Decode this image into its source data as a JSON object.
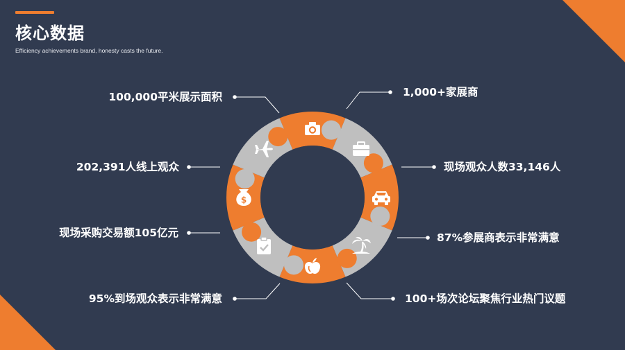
{
  "header": {
    "title": "核心数据",
    "subtitle": "Efficiency achievements brand, honesty casts the future."
  },
  "colors": {
    "background": "#313b50",
    "accent": "#ee7d2f",
    "gray": "#bfbfbf"
  },
  "segments": [
    {
      "icon": "camera-icon",
      "color": "#ee7d2f"
    },
    {
      "icon": "briefcase-icon",
      "color": "#bfbfbf"
    },
    {
      "icon": "car-icon",
      "color": "#ee7d2f"
    },
    {
      "icon": "palm-tree-icon",
      "color": "#bfbfbf"
    },
    {
      "icon": "apple-icon",
      "color": "#ee7d2f"
    },
    {
      "icon": "clipboard-check-icon",
      "color": "#bfbfbf"
    },
    {
      "icon": "money-bag-icon",
      "color": "#ee7d2f"
    },
    {
      "icon": "airplane-icon",
      "color": "#bfbfbf"
    }
  ],
  "labels": {
    "area": "100,000平米展示面积",
    "exhibitors": "1,000+家展商",
    "online": "202,391人线上观众",
    "onsite": "现场观众人数33,146人",
    "trade": "现场采购交易额105亿元",
    "exhibitor_sat": "87%参展商表示非常满意",
    "visitor_sat": "95%到场观众表示非常满意",
    "forums": "100+场次论坛聚焦行业热门议题"
  }
}
